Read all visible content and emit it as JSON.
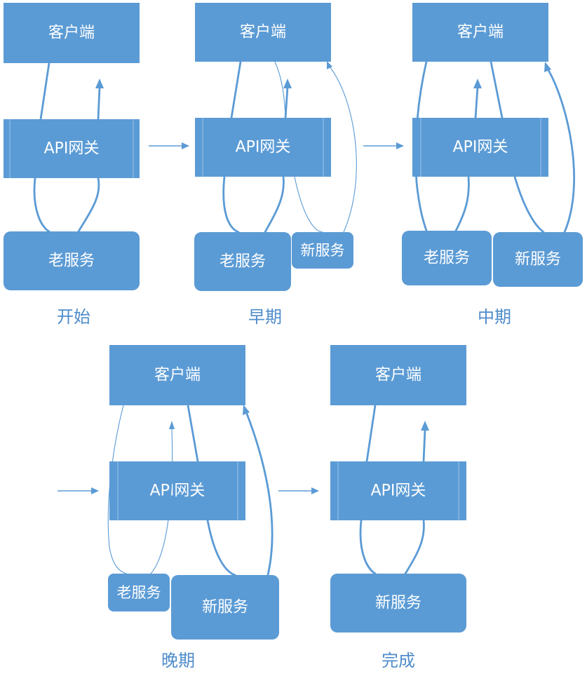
{
  "labels": {
    "client": "客户端",
    "gateway": "API网关",
    "old_service": "老服务",
    "new_service": "新服务"
  },
  "stages": [
    {
      "label": "开始"
    },
    {
      "label": "早期"
    },
    {
      "label": "中期"
    },
    {
      "label": "晚期"
    },
    {
      "label": "完成"
    }
  ],
  "colors": {
    "box": "#5B9BD5",
    "label": "#4F8CCB",
    "arrow": "#5B9BD5"
  }
}
